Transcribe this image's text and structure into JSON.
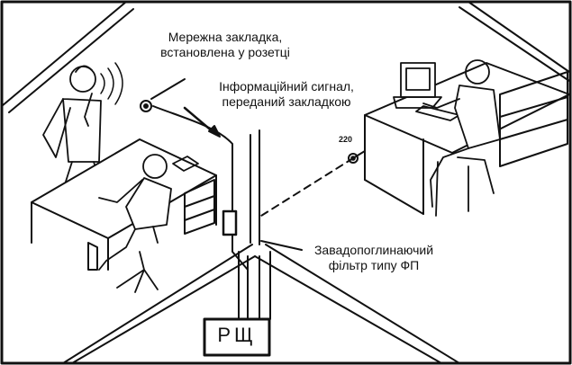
{
  "labels": {
    "bug_line1": "Мережна закладка,",
    "bug_line2": "встановлена у розетці",
    "signal_line1": "Інформаційний сигнал,",
    "signal_line2": "переданий закладкою",
    "filter_line1": "Завадопоглинаючий",
    "filter_line2": "фільтр типу ФП",
    "voltage": "220",
    "panel": "РЩ"
  },
  "colors": {
    "ink": "#111111",
    "background": "#ffffff"
  }
}
